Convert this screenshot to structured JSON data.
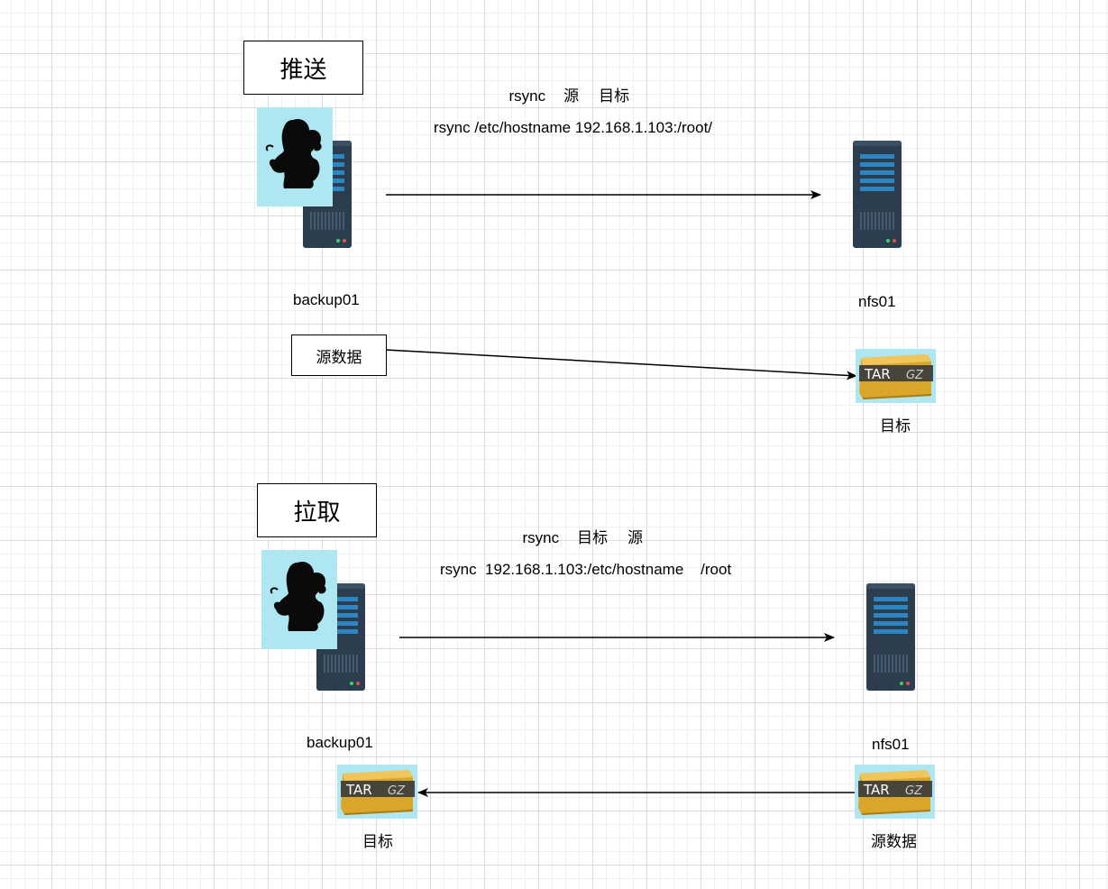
{
  "push": {
    "title": "推送",
    "syntax": {
      "cmd": "rsync",
      "first": "源",
      "second": "目标"
    },
    "command": "rsync /etc/hostname 192.168.1.103:/root/",
    "source_host": "backup01",
    "target_host": "nfs01",
    "source_label": "源数据",
    "target_label": "目标"
  },
  "pull": {
    "title": "拉取",
    "syntax": {
      "cmd": "rsync",
      "first": "目标",
      "second": "源"
    },
    "command": "rsync  192.168.1.103:/etc/hostname    /root",
    "local_host": "backup01",
    "remote_host": "nfs01",
    "local_label": "目标",
    "remote_label": "源数据"
  },
  "icons": {
    "avatar": "silhouette-avatar-icon",
    "server": "server-icon",
    "archive": "tar-gz-archive-icon",
    "archive_text_left": "TAR",
    "archive_text_right": "GZ"
  },
  "colors": {
    "avatar_bg": "#aee6f2",
    "server_body": "#2c3e4e",
    "server_bars": "#2c86c4",
    "archive_bg": "#aee6f2",
    "archive_box": "#d9a62a",
    "archive_band": "#3c3c3c"
  }
}
